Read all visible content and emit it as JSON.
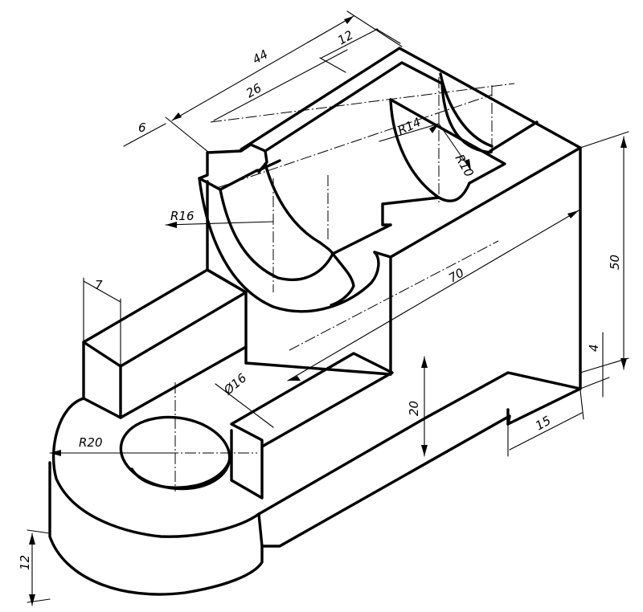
{
  "drawing": {
    "line_color": "#000000",
    "background": "#ffffff",
    "dimensions": {
      "d44": "44",
      "d12_top": "12",
      "d26": "26",
      "d6": "6",
      "r14": "R14",
      "r10": "R10",
      "r16": "R16",
      "d70": "70",
      "d50": "50",
      "d7": "7",
      "d4": "4",
      "phi16": "Ø16",
      "d20": "20",
      "r20": "R20",
      "d15": "15",
      "d12_left": "12"
    }
  }
}
